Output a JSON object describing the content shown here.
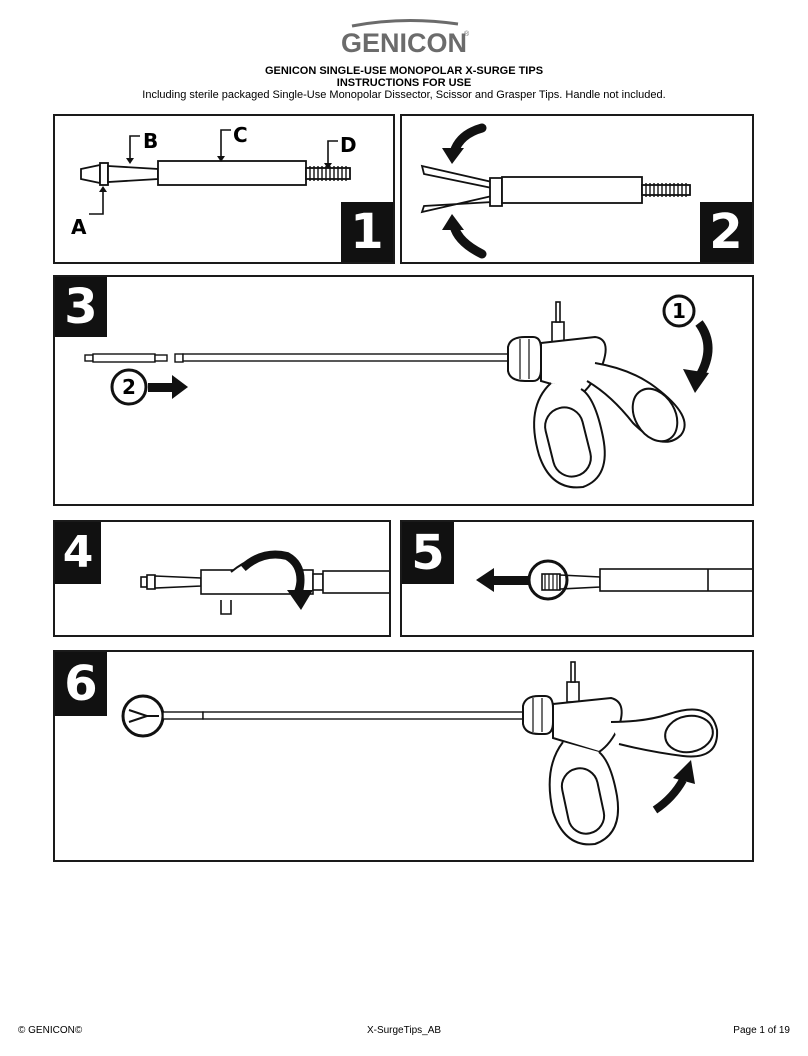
{
  "brand": {
    "name": "GENICON",
    "registered": "®"
  },
  "header": {
    "title_line1": "GENICON SINGLE-USE MONOPOLAR X-SURGE TIPS",
    "title_line2": "INSTRUCTIONS FOR USE",
    "subtitle": "Including sterile packaged Single-Use Monopolar Dissector, Scissor and Grasper Tips. Handle not included."
  },
  "panels": {
    "p1": {
      "step": "1",
      "labels": {
        "a": "A",
        "b": "B",
        "c": "C",
        "d": "D"
      }
    },
    "p2": {
      "step": "2"
    },
    "p3": {
      "step": "3",
      "callout_1": "1",
      "callout_2": "2"
    },
    "p4": {
      "step": "4"
    },
    "p5": {
      "step": "5"
    },
    "p6": {
      "step": "6"
    }
  },
  "footer": {
    "copyright": "© GENICON©",
    "doc_id": "X-SurgeTips_AB",
    "page": "Page 1 of 19"
  },
  "colors": {
    "ink": "#111111",
    "logo_gray": "#6b6b6b"
  }
}
